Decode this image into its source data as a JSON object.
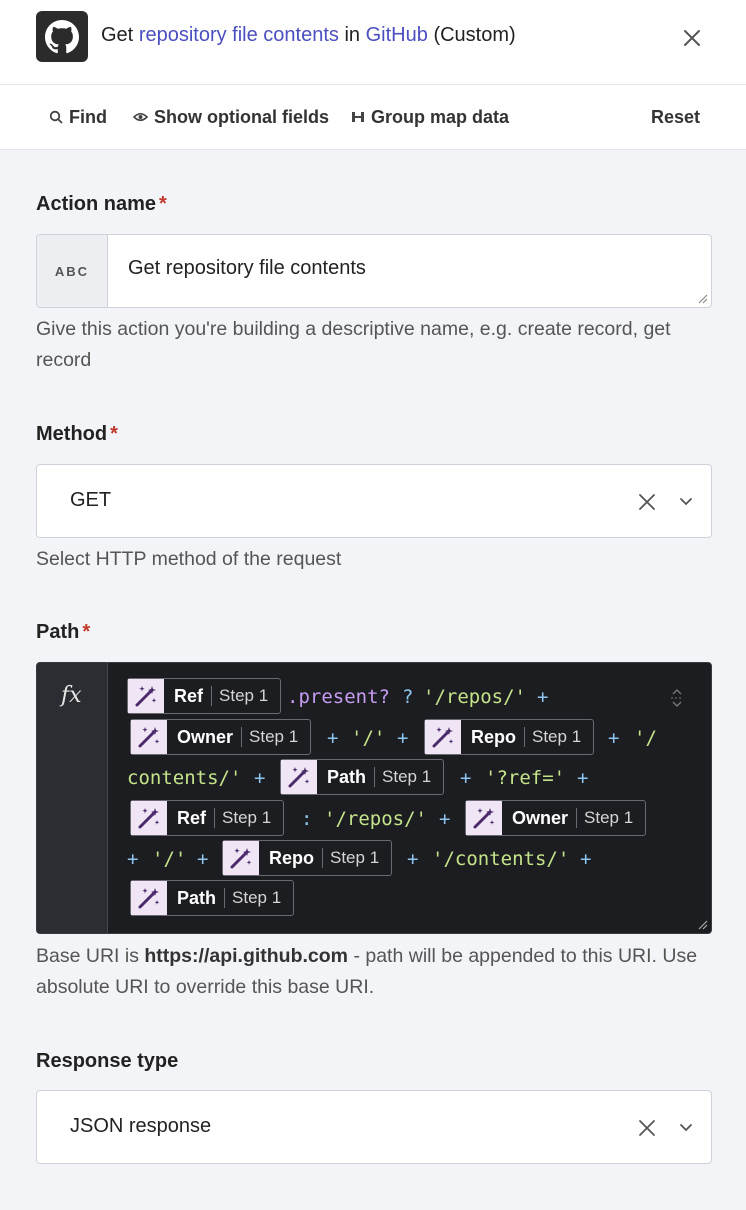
{
  "header": {
    "title_prefix": "Get",
    "title_action": "repository file contents",
    "title_in": "in",
    "title_app": "GitHub",
    "title_suffix": "(Custom)"
  },
  "toolbar": {
    "find": "Find",
    "show_optional": "Show optional fields",
    "group_map": "Group map data",
    "reset": "Reset"
  },
  "action_name": {
    "label": "Action name",
    "required": "*",
    "type_badge": "ABC",
    "value": "Get repository file contents",
    "hint": "Give this action you're building a descriptive name, e.g. create record, get record"
  },
  "method": {
    "label": "Method",
    "required": "*",
    "value": "GET",
    "hint": "Select HTTP method of the request"
  },
  "path": {
    "label": "Path",
    "required": "*",
    "fx": "fx",
    "step_label": "Step 1",
    "pills": [
      "Ref",
      "Owner",
      "Repo",
      "Path",
      "Ref",
      "Owner",
      "Repo",
      "Path"
    ],
    "tokens": [
      ".present?",
      "?",
      "'/repos/'",
      "+",
      "+",
      "'/'",
      "+",
      "+",
      "'/",
      "contents/'",
      "+",
      "+",
      "'?ref='",
      "+",
      ":",
      "'/repos/'",
      "+",
      "+",
      "'/'",
      "+",
      "+",
      "'/contents/'",
      "+"
    ],
    "hint_prefix": "Base URI is ",
    "hint_uri": "https://api.github.com",
    "hint_suffix": " - path will be appended to this URI. Use absolute URI to override this base URI."
  },
  "response_type": {
    "label": "Response type",
    "value": "JSON response"
  },
  "colors": {
    "accent": "#4b4fbf",
    "required": "#c0392b",
    "code_bg": "#1c1d21",
    "string": "#c5e48a",
    "operator": "#8fc6f0",
    "method_call": "#c79cf2"
  }
}
